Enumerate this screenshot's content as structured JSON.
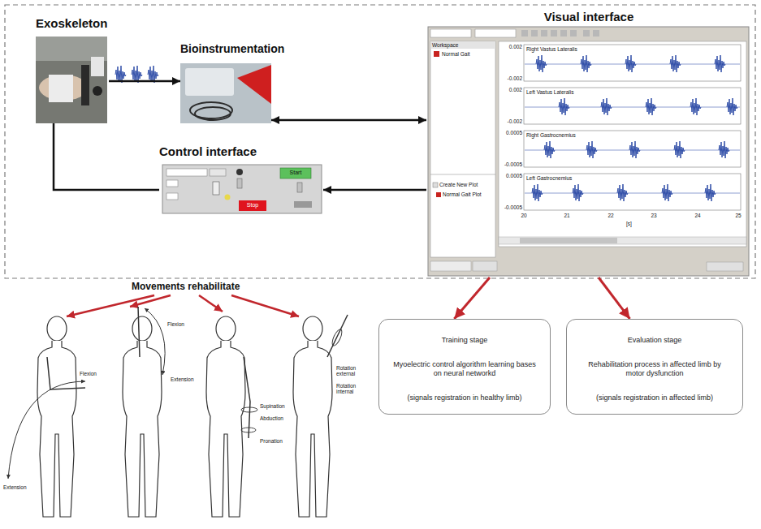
{
  "diagram": {
    "nodes": [
      {
        "text": [
          "Exoskeleton"
        ]
      },
      {
        "text": [
          "Bioinstrumentation"
        ]
      },
      {
        "text": [
          "Visual interface"
        ]
      },
      {
        "text": [
          "Control interface"
        ]
      },
      {
        "text": [
          "Training stage",
          "Myoelectric control algorithm learning bases on neural networkd",
          "(signals registration in healthy limb)"
        ]
      },
      {
        "text": [
          "Evaluation stage",
          "Rehabilitation process in affected limb by motor dysfunction",
          "(signals registration in affected limb)"
        ]
      }
    ],
    "edges": [
      {
        "from": 0,
        "to": 1,
        "arrow": "to"
      },
      {
        "from": 1,
        "to": 2,
        "arrow": "both"
      },
      {
        "from": 2,
        "to": 3,
        "arrow": "to"
      },
      {
        "from": 3,
        "to": 0,
        "arrow": "none"
      },
      {
        "from": 2,
        "to": 4,
        "arrow": "to"
      },
      {
        "from": 2,
        "to": 5,
        "arrow": "to"
      }
    ],
    "labels": [
      "Movements rehabilitate",
      "Workspace",
      "Normal Gait",
      "Create New Plot",
      "Normal Gait Plot",
      "Right Vastus Lateralis",
      "Left Vastus Lateralis",
      "Right Gastrocnemius",
      "Left Gastrocnemius",
      "0.002",
      "-0.002",
      "0.002",
      "-0.002",
      "0.0005",
      "-0.0005",
      "0.0005",
      "-0.0005",
      "20",
      "21",
      "22",
      "23",
      "24",
      "25",
      "[s]",
      "Start",
      "Stop",
      "Flexion",
      "Extension",
      "Flexion",
      "Extension",
      "Supination",
      "Abduction",
      "Pronation",
      "Rotation external",
      "Rotation internal"
    ]
  }
}
